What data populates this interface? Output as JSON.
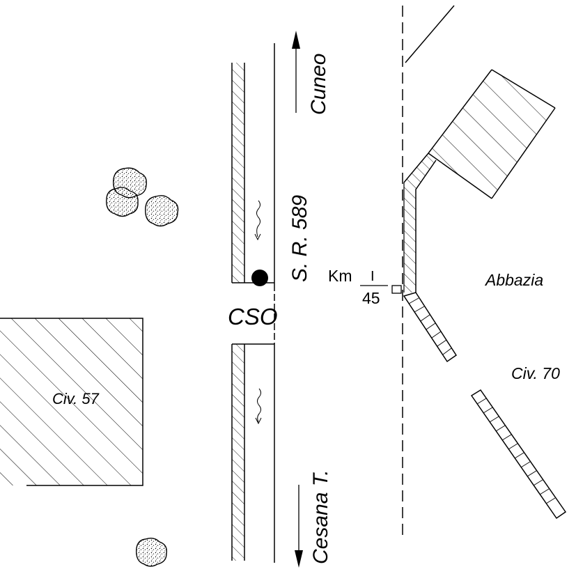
{
  "labels": {
    "north_direction": "Cuneo",
    "south_direction": "Cesana T.",
    "road": "S. R. 589",
    "cso": "CSO",
    "abbey": "Abbazia",
    "civic_57": "Civ. 57",
    "civic_70": "Civ. 70",
    "km_prefix": "Km",
    "km_numerator": "I",
    "km_denominator": "45"
  },
  "colors": {
    "line": "#000000",
    "background": "#ffffff"
  }
}
